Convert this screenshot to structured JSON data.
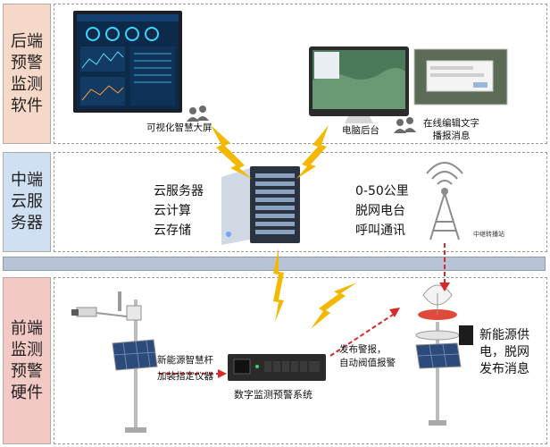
{
  "sections": {
    "backend": "后端\n预警\n监测\n软件",
    "middle": "中端\n云服\n务器",
    "frontend": "前端\n监测\n预警\n硬件"
  },
  "labels": {
    "big_screen": "可视化智慧大屏",
    "pc_backend": "电脑后台",
    "online_edit": "在线编辑文字\n播报消息",
    "cloud": "云服务器\n云计算\n云存储",
    "radio": "0-50公里\n脱网电台\n呼叫通讯",
    "relay": "中继转播站",
    "pole": "新能源智慧杆\n加装指定仪器",
    "system": "数字监测预警系统",
    "alarm": "发布警报，\n自动阀值报警",
    "power": "新能源供\n电，脱网\n发布消息"
  },
  "colors": {
    "backend_fill": "#f6d8c8",
    "middle_fill": "#cfe0f2",
    "frontend_fill": "#f3c9c5",
    "lightning": "#f5b800",
    "arrow": "#d42a2a",
    "band": "#b8c4d6"
  }
}
